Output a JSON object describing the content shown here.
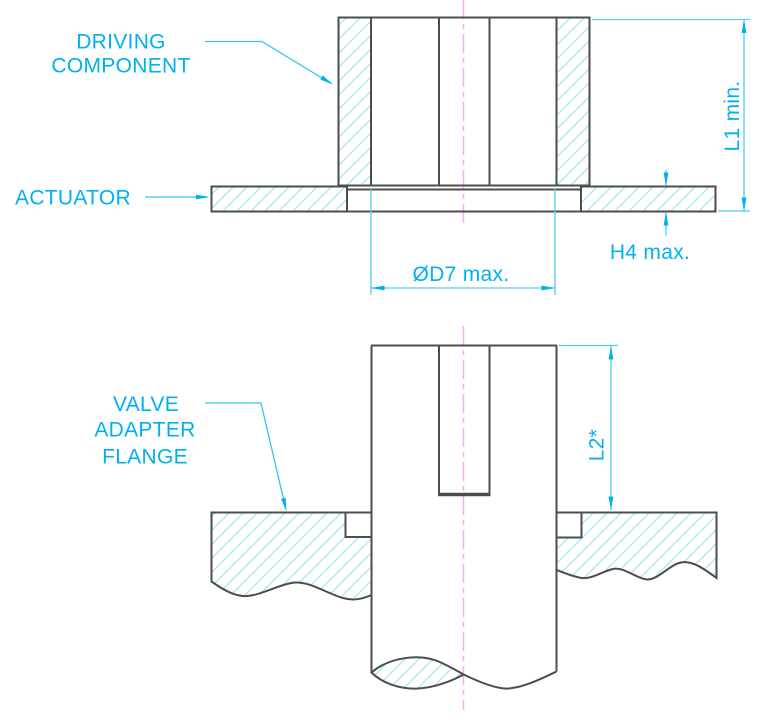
{
  "drawing": {
    "callouts": {
      "driving_component": {
        "lines": [
          "DRIVING",
          "COMPONENT"
        ]
      },
      "actuator": {
        "label": "ACTUATOR"
      },
      "valve_adapter_flange": {
        "lines": [
          "VALVE",
          "ADAPTER",
          "FLANGE"
        ]
      }
    },
    "dimensions": {
      "l1": {
        "label": "L1 min."
      },
      "h4": {
        "label": "H4 max."
      },
      "d7": {
        "label": "ØD7 max."
      },
      "l2": {
        "label": "L2*"
      }
    },
    "colors": {
      "annotation_cyan": "#00b0f0",
      "dimension_line_cyan": "#53cdf4",
      "hatch_cyan": "#a6e6f9",
      "centerline_pink": "#fda9f1",
      "outline_gray": "#4d4d4d",
      "background": "#ffffff"
    }
  }
}
